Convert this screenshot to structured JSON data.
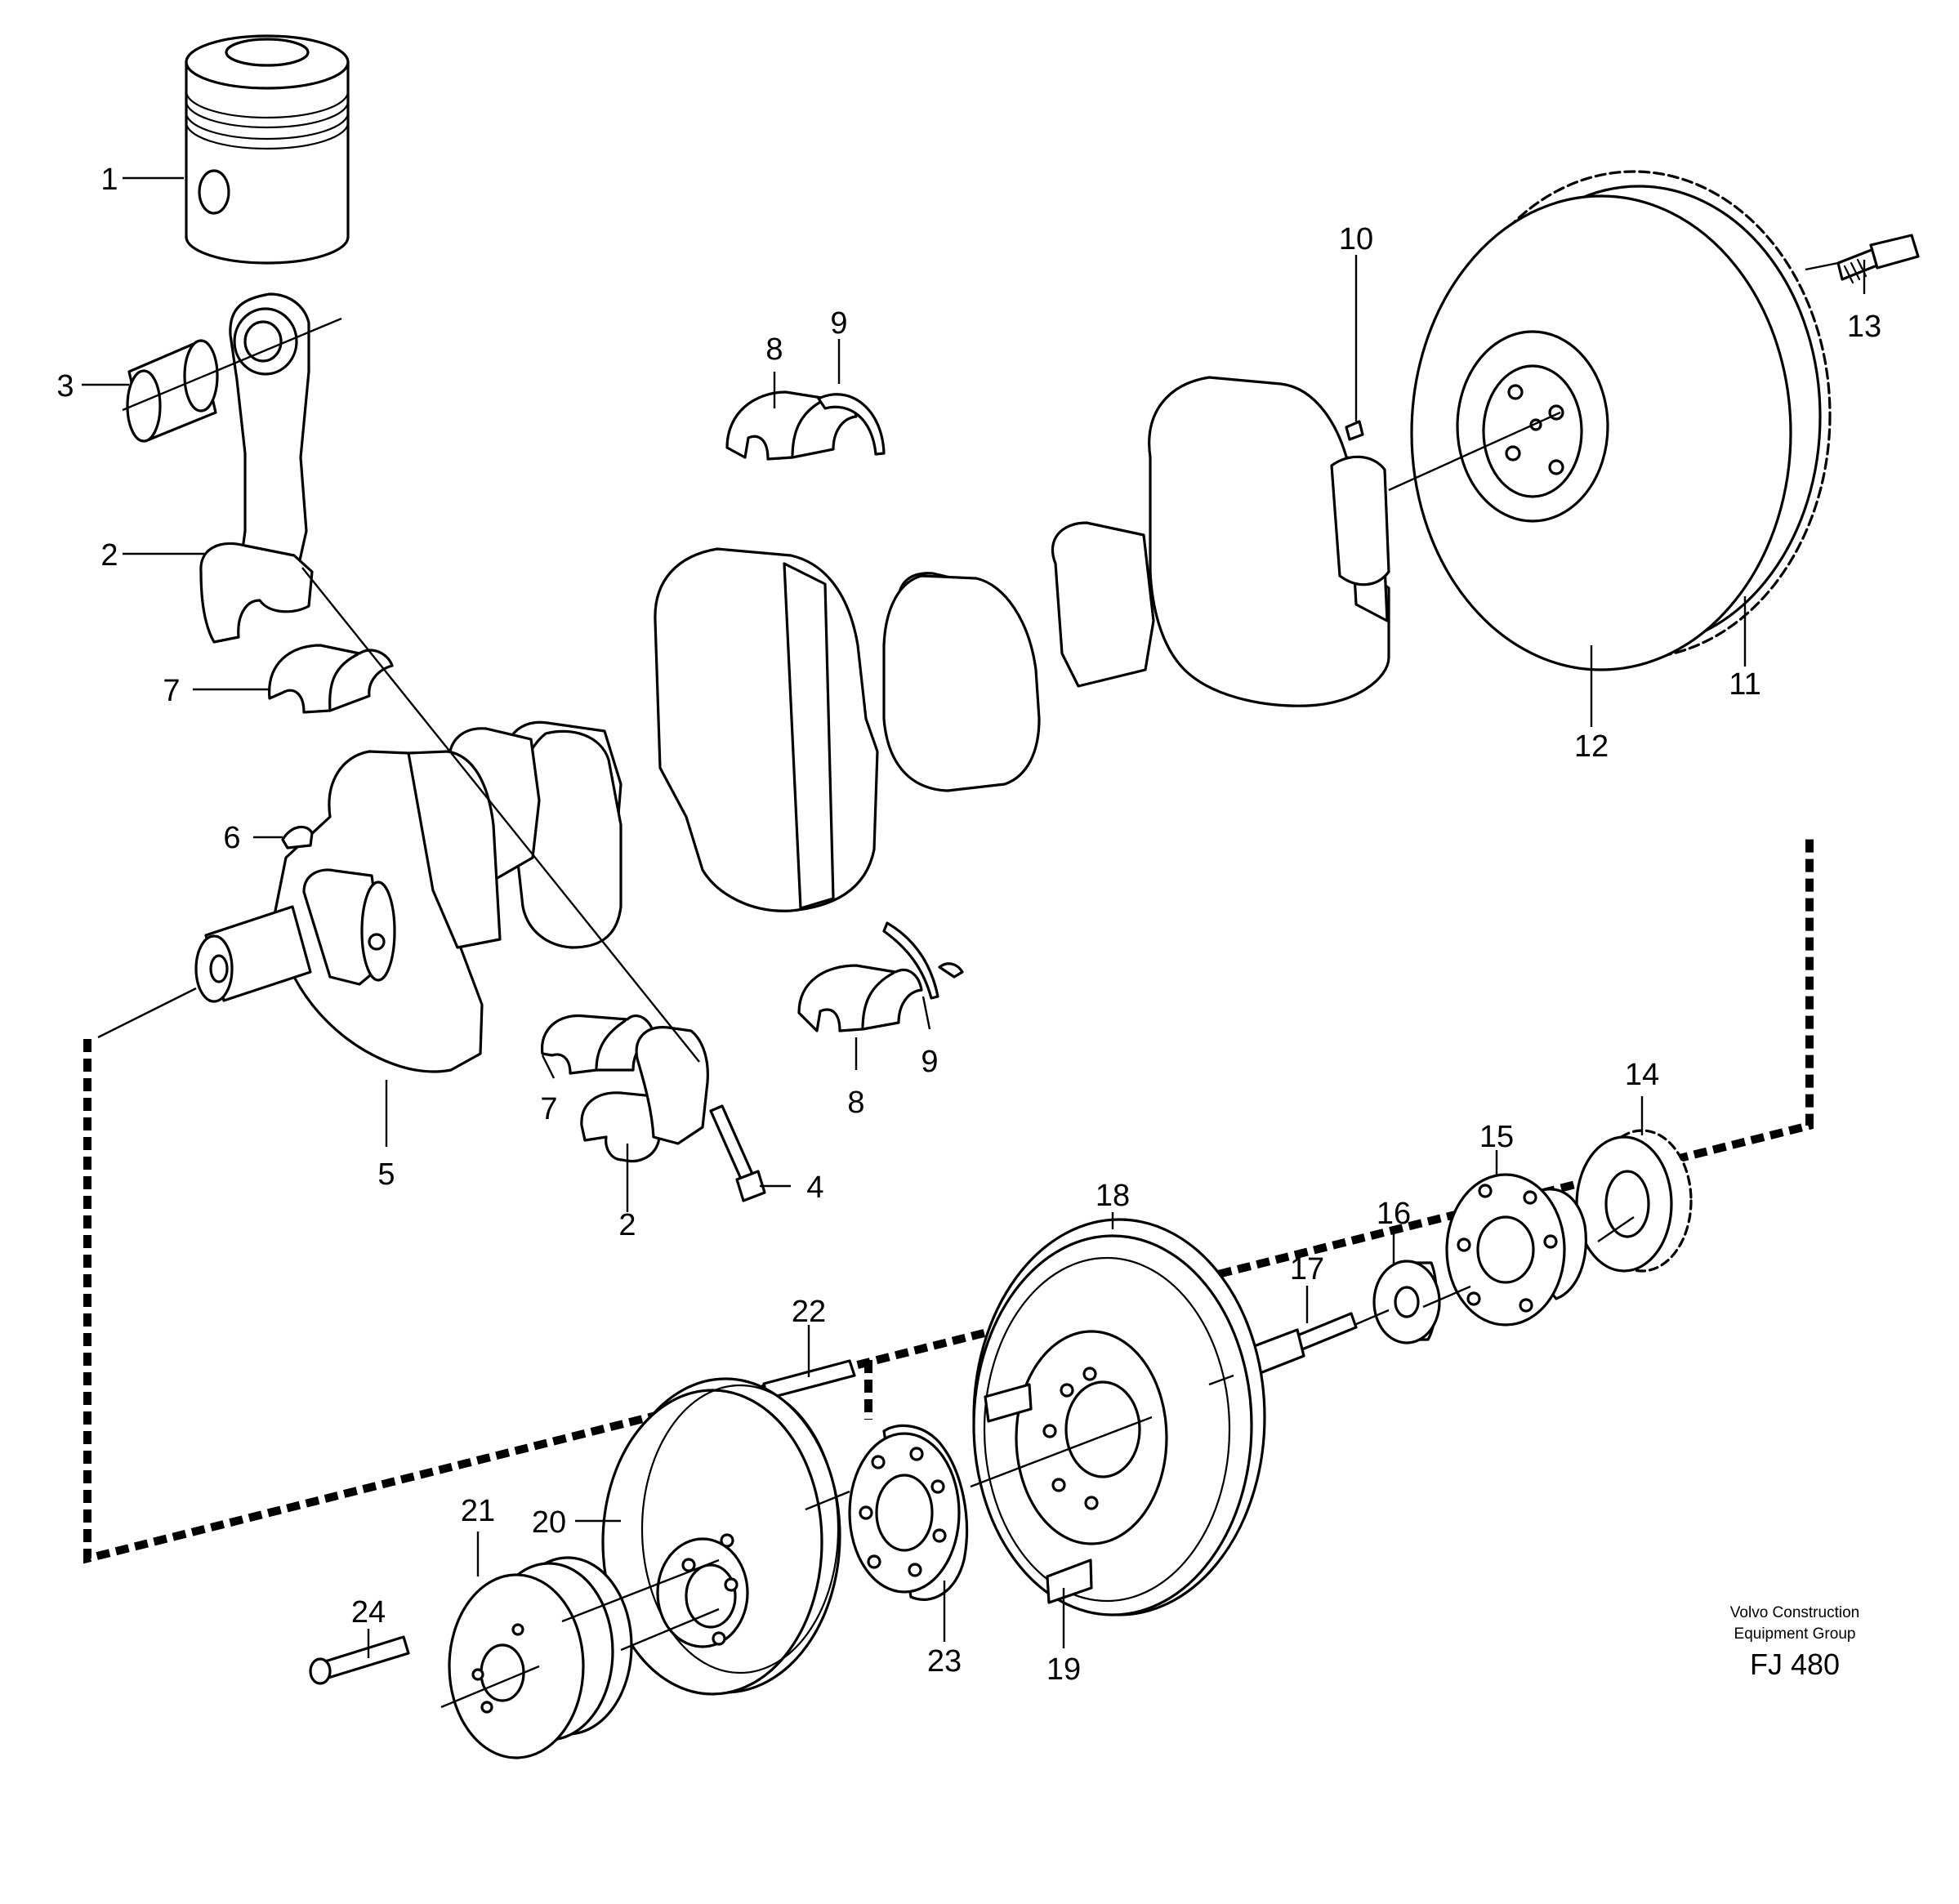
{
  "callouts": [
    {
      "id": "c1",
      "label": "1"
    },
    {
      "id": "c2a",
      "label": "2"
    },
    {
      "id": "c3",
      "label": "3"
    },
    {
      "id": "c7a",
      "label": "7"
    },
    {
      "id": "c6",
      "label": "6"
    },
    {
      "id": "c5",
      "label": "5"
    },
    {
      "id": "c7b",
      "label": "7"
    },
    {
      "id": "c2b",
      "label": "2"
    },
    {
      "id": "c4",
      "label": "4"
    },
    {
      "id": "c8a",
      "label": "8"
    },
    {
      "id": "c9a",
      "label": "9"
    },
    {
      "id": "c8b",
      "label": "8"
    },
    {
      "id": "c9b",
      "label": "9"
    },
    {
      "id": "c10",
      "label": "10"
    },
    {
      "id": "c11",
      "label": "11"
    },
    {
      "id": "c12",
      "label": "12"
    },
    {
      "id": "c13",
      "label": "13"
    },
    {
      "id": "c14",
      "label": "14"
    },
    {
      "id": "c15",
      "label": "15"
    },
    {
      "id": "c16",
      "label": "16"
    },
    {
      "id": "c17",
      "label": "17"
    },
    {
      "id": "c18",
      "label": "18"
    },
    {
      "id": "c19",
      "label": "19"
    },
    {
      "id": "c20",
      "label": "20"
    },
    {
      "id": "c21",
      "label": "21"
    },
    {
      "id": "c22",
      "label": "22"
    },
    {
      "id": "c23",
      "label": "23"
    },
    {
      "id": "c24",
      "label": "24"
    }
  ],
  "footer": {
    "brand_line_1": "Volvo Construction",
    "brand_line_2": "Equipment Group",
    "figure_code": "FJ 480"
  }
}
